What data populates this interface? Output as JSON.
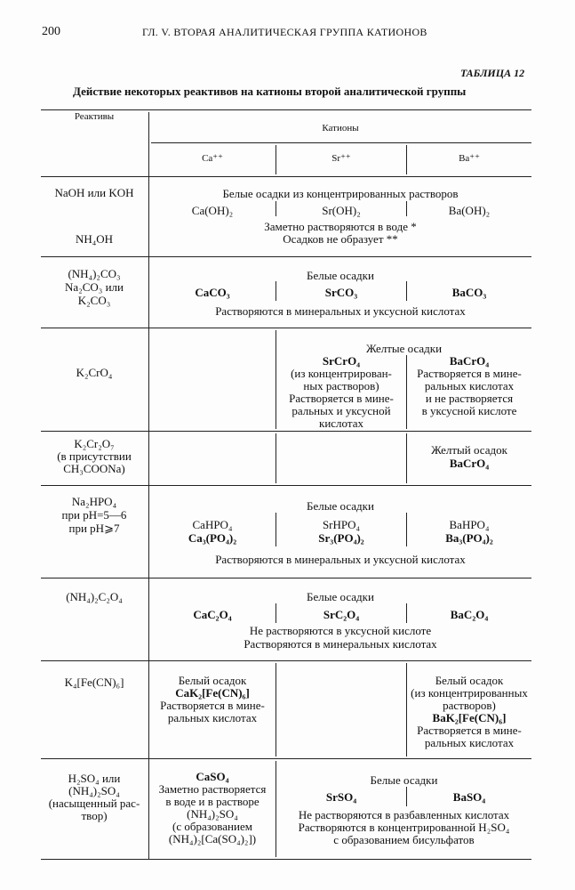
{
  "header": {
    "page_number": "200",
    "running_title": "ГЛ. V. ВТОРАЯ АНАЛИТИЧЕСКАЯ ГРУППА КАТИОНОВ"
  },
  "table": {
    "label": "ТАБЛИЦА 12",
    "title": "Действие некоторых реактивов на катионы второй аналитической группы",
    "col_reagents": "Реактивы",
    "col_cations": "Катионы",
    "cations": [
      "Ca⁺⁺",
      "Sr⁺⁺",
      "Ba⁺⁺"
    ],
    "rows": [
      {
        "reagent": [
          "NaOH или KOH"
        ],
        "top": "Белые осадки из концентрированных растворов",
        "ca": "Ca(OH)₂",
        "sr": "Sr(OH)₂",
        "ba": "Ba(OH)₂",
        "bottom": "Заметно растворяются в воде *"
      },
      {
        "reagent": [
          "NH₄OH"
        ],
        "top": "Осадков не образует **"
      },
      {
        "reagent": [
          "(NH₄)₂CO₃",
          "Na₂CO₃ или",
          "K₂CO₃"
        ],
        "top": "Белые осадки",
        "ca": "CaCO₃",
        "sr": "SrCO₃",
        "ba": "BaCO₃",
        "bottom": "Растворяются в минеральных и уксусной кислотах"
      },
      {
        "reagent": [
          "K₂CrO₄"
        ],
        "top": "Желтые осадки",
        "sr": [
          "SrCrO₄",
          "(из концентрирован-",
          "ных растворов)",
          "Растворяется в мине-",
          "ральных и уксусной",
          "кислотах"
        ],
        "ba": [
          "BaCrO₄",
          "Растворяется в мине-",
          "ральных кислотах",
          "и не растворяется",
          "в уксусной кислоте"
        ]
      },
      {
        "reagent": [
          "K₂Cr₂O₇",
          "(в присутствии",
          "CH₃COONa)"
        ],
        "ba": [
          "Желтый осадок",
          "BaCrO₄"
        ]
      },
      {
        "reagent": [
          "Na₂HPO₄",
          "при pH=5—6",
          "при pH⩾7"
        ],
        "top": "Белые осадки",
        "ca": [
          "CaHPO₄",
          "Ca₃(PO₄)₂"
        ],
        "sr": [
          "SrHPO₄",
          "Sr₃(PO₄)₂"
        ],
        "ba": [
          "BaHPO₄",
          "Ba₃(PO₄)₂"
        ],
        "bottom": "Растворяются в минеральных и уксусной кислотах"
      },
      {
        "reagent": [
          "(NH₄)₂C₂O₄"
        ],
        "top": "Белые осадки",
        "ca": "CaC₂O₄",
        "sr": "SrC₂O₄",
        "ba": "BaC₂O₄",
        "bottom": [
          "Не растворяются в уксусной кислоте",
          "Растворяются в минеральных кислотах"
        ]
      },
      {
        "reagent": [
          "K₄[Fe(CN)₆]"
        ],
        "ca": [
          "Белый осадок",
          "CaK₂[Fe(CN)₆]",
          "Растворяется в мине-",
          "ральных кислотах"
        ],
        "ba": [
          "Белый осадок",
          "(из концентрированных",
          "растворов)",
          "BaK₂[Fe(CN)₆]",
          "Растворяется в мине-",
          "ральных кислотах"
        ]
      },
      {
        "reagent": [
          "H₂SO₄ или",
          "(NH₄)₂SO₄",
          "(насыщенный рас-",
          "твор)"
        ],
        "ca": [
          "CaSO₄",
          "Заметно растворяется",
          "в воде и в растворе",
          "(NH₄)₂SO₄",
          "(с образованием",
          "(NH₄)₂[Ca(SO₄)₂])"
        ],
        "top": "Белые осадки",
        "sr": "SrSO₄",
        "ba": "BaSO₄",
        "bottom": [
          "Не растворяются в разбавленных кислотах",
          "Растворяются в концентрированной H₂SO₄",
          "с образованием бисульфатов"
        ]
      }
    ]
  }
}
